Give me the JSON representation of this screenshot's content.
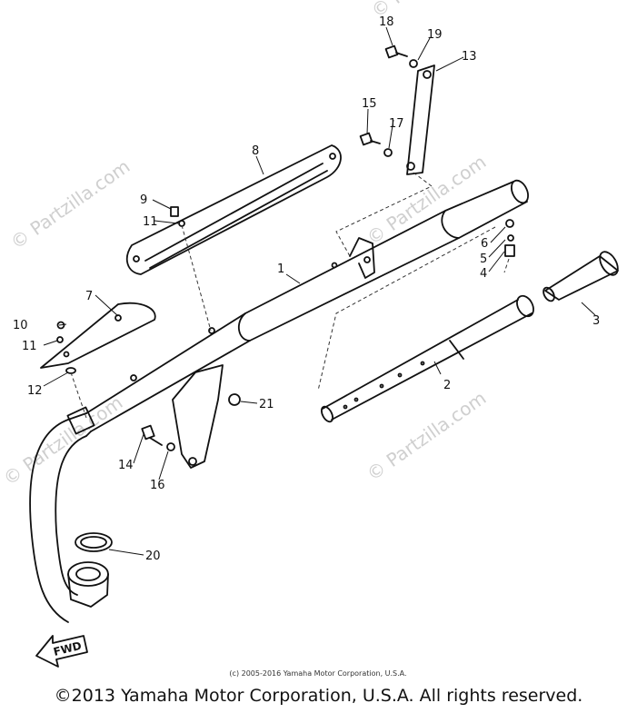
{
  "watermarks": [
    "© Partzilla.com",
    "© Partzilla.com",
    "© Partzilla.com",
    "© Partzilla.com",
    "© Partzilla.com"
  ],
  "parts": [
    {
      "ref": "1"
    },
    {
      "ref": "2"
    },
    {
      "ref": "3"
    },
    {
      "ref": "4"
    },
    {
      "ref": "5"
    },
    {
      "ref": "6"
    },
    {
      "ref": "7"
    },
    {
      "ref": "8"
    },
    {
      "ref": "9"
    },
    {
      "ref": "10"
    },
    {
      "ref": "11"
    },
    {
      "ref": "11"
    },
    {
      "ref": "12"
    },
    {
      "ref": "13"
    },
    {
      "ref": "14"
    },
    {
      "ref": "15"
    },
    {
      "ref": "16"
    },
    {
      "ref": "17"
    },
    {
      "ref": "18"
    },
    {
      "ref": "19"
    },
    {
      "ref": "20"
    },
    {
      "ref": "21"
    }
  ],
  "direction_marker": "FWD",
  "small_copyright": "(c) 2005-2016 Yamaha Motor Corporation, U.S.A.",
  "copyright": "©2013 Yamaha Motor Corporation, U.S.A. All rights reserved."
}
